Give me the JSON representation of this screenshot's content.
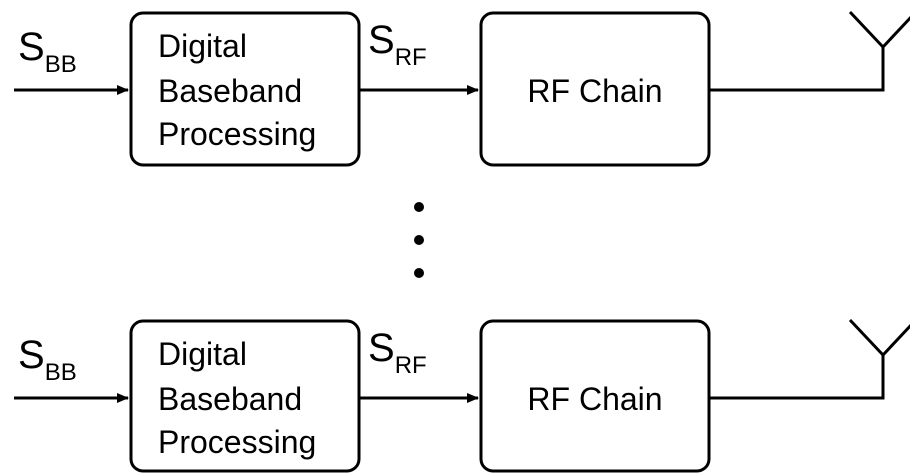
{
  "rows": [
    {
      "input_signal": {
        "main": "S",
        "sub": "BB"
      },
      "block1_lines": [
        "Digital",
        "Baseband",
        "Processing"
      ],
      "mid_signal": {
        "main": "S",
        "sub": "RF"
      },
      "block2_label": "RF Chain"
    },
    {
      "input_signal": {
        "main": "S",
        "sub": "BB"
      },
      "block1_lines": [
        "Digital",
        "Baseband",
        "Processing"
      ],
      "mid_signal": {
        "main": "S",
        "sub": "RF"
      },
      "block2_label": "RF Chain"
    }
  ],
  "colors": {
    "stroke": "#000000",
    "background": "#ffffff"
  },
  "icons": {
    "antenna": "antenna-icon",
    "ellipsis": "vertical-ellipsis"
  }
}
